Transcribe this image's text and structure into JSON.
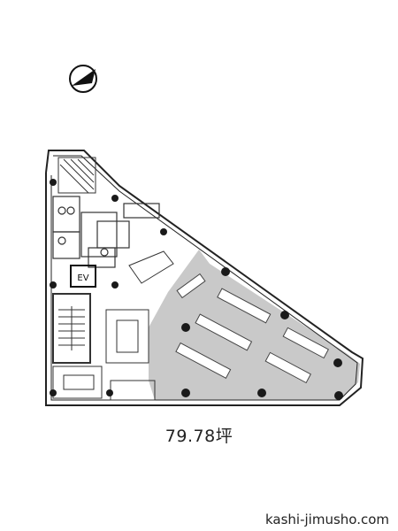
{
  "floor_plan": {
    "area": "79.78坪",
    "ev_label": "EV"
  },
  "site": {
    "name": "kashi-jimusho.com"
  },
  "colors": {
    "lease_area": "#c9c9c9",
    "walls": "#222222",
    "columns": "#1a1a1a"
  }
}
